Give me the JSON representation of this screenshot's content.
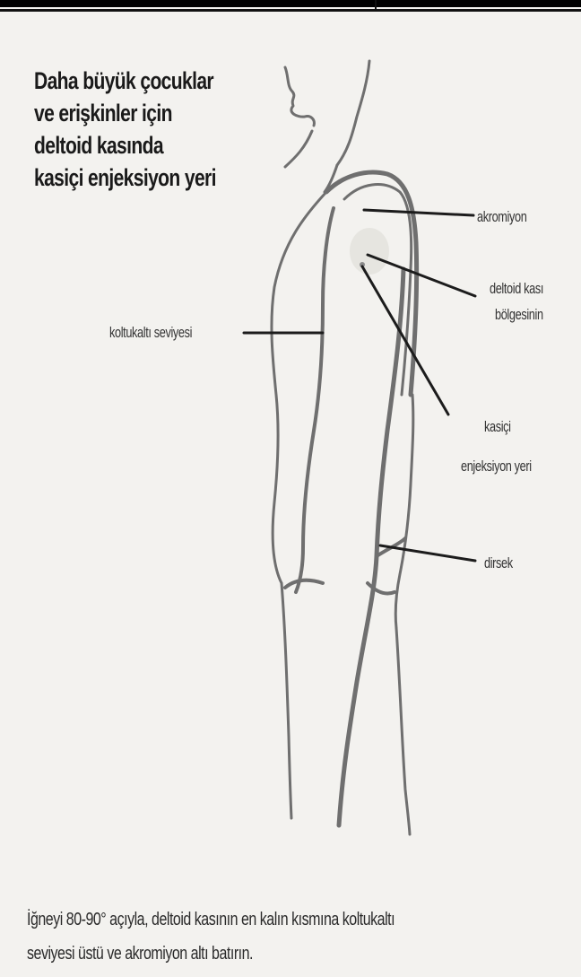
{
  "title": {
    "line1": "Daha büyük çocuklar",
    "line2": "ve erişkinler için",
    "line3": "deltoid kasında",
    "line4": "kasiçi enjeksiyon yeri"
  },
  "labels": {
    "akromiyon": "akromiyon",
    "deltoid_1": "deltoid kası",
    "deltoid_2": "bölgesinin",
    "koltukalti": "koltukaltı seviyesi",
    "kasici_1": "kasiçi",
    "kasici_2": "enjeksiyon yeri",
    "dirsek": "dirsek"
  },
  "caption": {
    "line1": "İğneyi 80-90° açıyla, deltoid kasının en kalın kısmına koltukaltı",
    "line2": "seviyesi üstü ve akromiyon altı batırın."
  },
  "colors": {
    "outline": "#6f6f6f",
    "leader": "#1c1c1c",
    "background": "#f3f2ef"
  }
}
